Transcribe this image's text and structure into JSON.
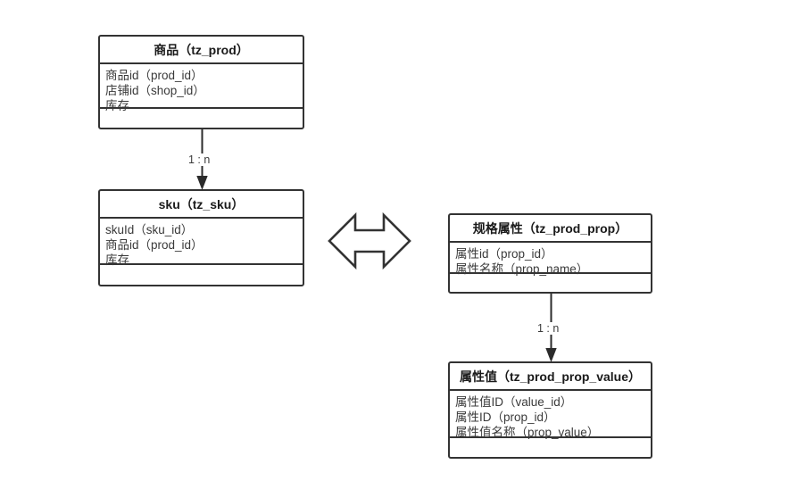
{
  "diagram": {
    "type": "er-class-diagram",
    "background": "#ffffff",
    "stroke_color": "#333333",
    "title_color": "#1a1a1a",
    "attribute_color": "#3a3a3a"
  },
  "entities": [
    {
      "key": "prod",
      "title": "商品（tz_prod）",
      "attributes": [
        "商品id（prod_id）",
        "店铺id（shop_id）",
        "库存"
      ]
    },
    {
      "key": "sku",
      "title": "sku（tz_sku）",
      "attributes": [
        "skuId（sku_id）",
        "商品id（prod_id）",
        "库存"
      ]
    },
    {
      "key": "prop",
      "title": "规格属性（tz_prod_prop）",
      "attributes": [
        "属性id（prop_id）",
        "属性名称（prop_name）"
      ]
    },
    {
      "key": "prop_value",
      "title": "属性值（tz_prod_prop_value）",
      "attributes": [
        "属性值ID（value_id）",
        "属性ID（prop_id）",
        "属性值名称（prop_value）"
      ]
    }
  ],
  "relationships": [
    {
      "key": "prod_to_sku",
      "from": "prod",
      "to": "sku",
      "label": "1 : n",
      "style": "solid-arrow-down"
    },
    {
      "key": "prop_to_prop_value",
      "from": "prop",
      "to": "prop_value",
      "label": "1 : n",
      "style": "solid-arrow-down"
    },
    {
      "key": "sku_to_prop",
      "from": "sku",
      "to": "prop",
      "label": "",
      "style": "hollow-double-arrow-horizontal"
    }
  ]
}
